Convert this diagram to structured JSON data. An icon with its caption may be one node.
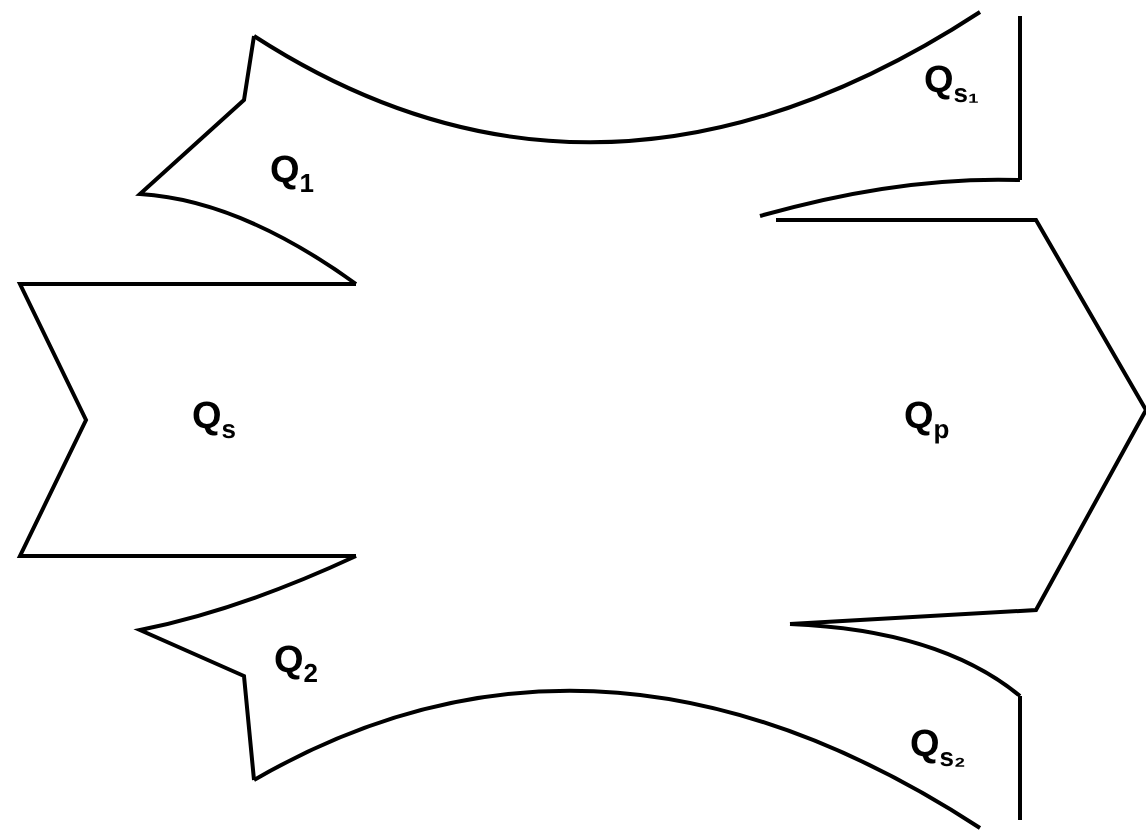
{
  "diagram": {
    "nodes": [
      {
        "text": [
          "Q$_{1}$"
        ]
      },
      {
        "text": [
          "Q$_{s₁}$"
        ]
      },
      {
        "text": [
          "Q$_{s}$"
        ]
      },
      {
        "text": [
          "Q$_{p}$"
        ]
      },
      {
        "text": [
          "Q$_{2}$"
        ]
      },
      {
        "text": [
          "Q$_{s₂}$"
        ]
      }
    ]
  }
}
